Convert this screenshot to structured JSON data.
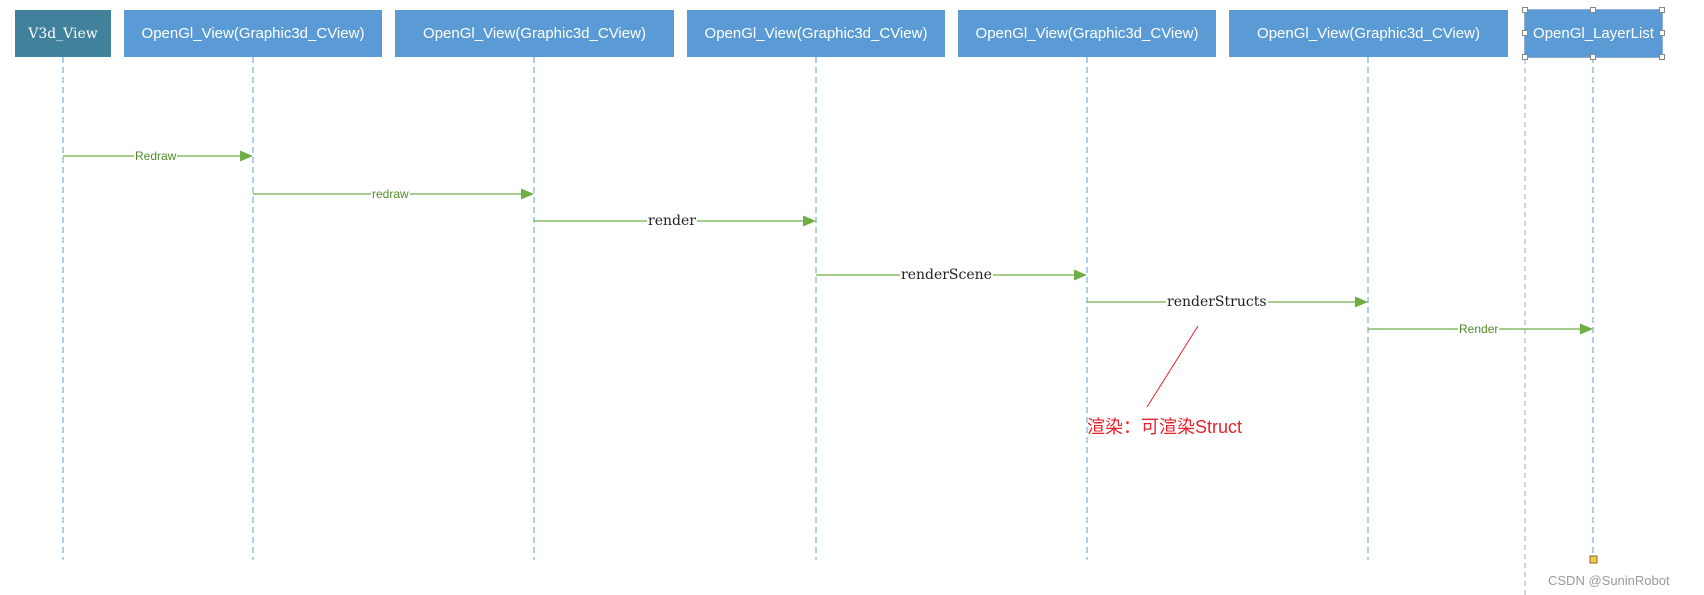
{
  "colors": {
    "box_blue": "#5b9bd5",
    "box_teal": "#41819c",
    "lifeline": "#5b9bd5",
    "message": "#70ad47",
    "label_green": "#4f8a2a",
    "annotation": "#e8222b"
  },
  "lifelines": [
    {
      "label": "V3d_View"
    },
    {
      "label": "OpenGl_View(Graphic3d_CView)"
    },
    {
      "label": "OpenGl_View(Graphic3d_CView)"
    },
    {
      "label": "OpenGl_View(Graphic3d_CView)"
    },
    {
      "label": "OpenGl_View(Graphic3d_CView)"
    },
    {
      "label": "OpenGl_View(Graphic3d_CView)"
    },
    {
      "label": "OpenGl_LayerList"
    }
  ],
  "messages": [
    {
      "label": "Redraw",
      "from": 0,
      "to": 1
    },
    {
      "label": "redraw",
      "from": 1,
      "to": 2
    },
    {
      "label": "render",
      "from": 2,
      "to": 3
    },
    {
      "label": "renderScene",
      "from": 3,
      "to": 4
    },
    {
      "label": "renderStructs",
      "from": 4,
      "to": 5
    },
    {
      "label": "Render",
      "from": 5,
      "to": 6
    }
  ],
  "annotation": {
    "text": "渲染：可渲染Struct"
  },
  "watermark": "CSDN @SuninRobot"
}
